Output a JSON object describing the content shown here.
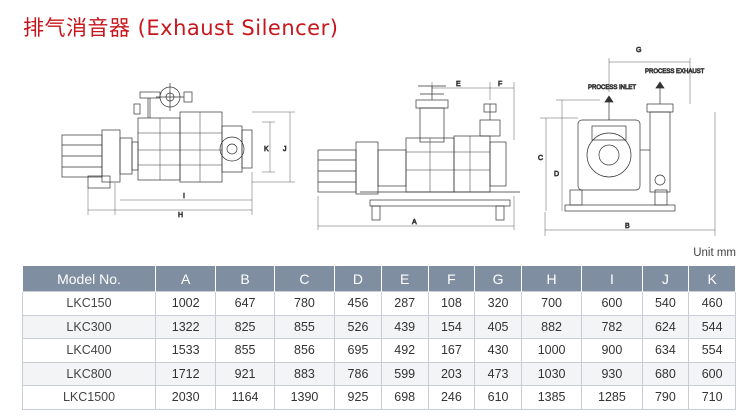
{
  "title": "排气消音器 (Exhaust Silencer)",
  "unit_label": "Unit mm",
  "drawing_labels": {
    "process_inlet": "PROCESS INLET",
    "process_exhaust": "PROCESS EXHAUST",
    "dim_H": "H",
    "dim_I": "I",
    "dim_J": "J",
    "dim_K": "K",
    "dim_A": "A",
    "dim_E": "E",
    "dim_F": "F",
    "dim_B": "B",
    "dim_C": "C",
    "dim_D": "D",
    "dim_G": "G"
  },
  "table": {
    "headers": [
      "Model No.",
      "A",
      "B",
      "C",
      "D",
      "E",
      "F",
      "G",
      "H",
      "I",
      "J",
      "K"
    ],
    "rows": [
      [
        "LKC150",
        "1002",
        "647",
        "780",
        "456",
        "287",
        "108",
        "320",
        "700",
        "600",
        "540",
        "460"
      ],
      [
        "LKC300",
        "1322",
        "825",
        "855",
        "526",
        "439",
        "154",
        "405",
        "882",
        "782",
        "624",
        "544"
      ],
      [
        "LKC400",
        "1533",
        "855",
        "856",
        "695",
        "492",
        "167",
        "430",
        "1000",
        "900",
        "634",
        "554"
      ],
      [
        "LKC800",
        "1712",
        "921",
        "883",
        "786",
        "599",
        "203",
        "473",
        "1030",
        "930",
        "680",
        "600"
      ],
      [
        "LKC1500",
        "2030",
        "1164",
        "1390",
        "925",
        "698",
        "246",
        "610",
        "1385",
        "1285",
        "790",
        "710"
      ]
    ]
  }
}
